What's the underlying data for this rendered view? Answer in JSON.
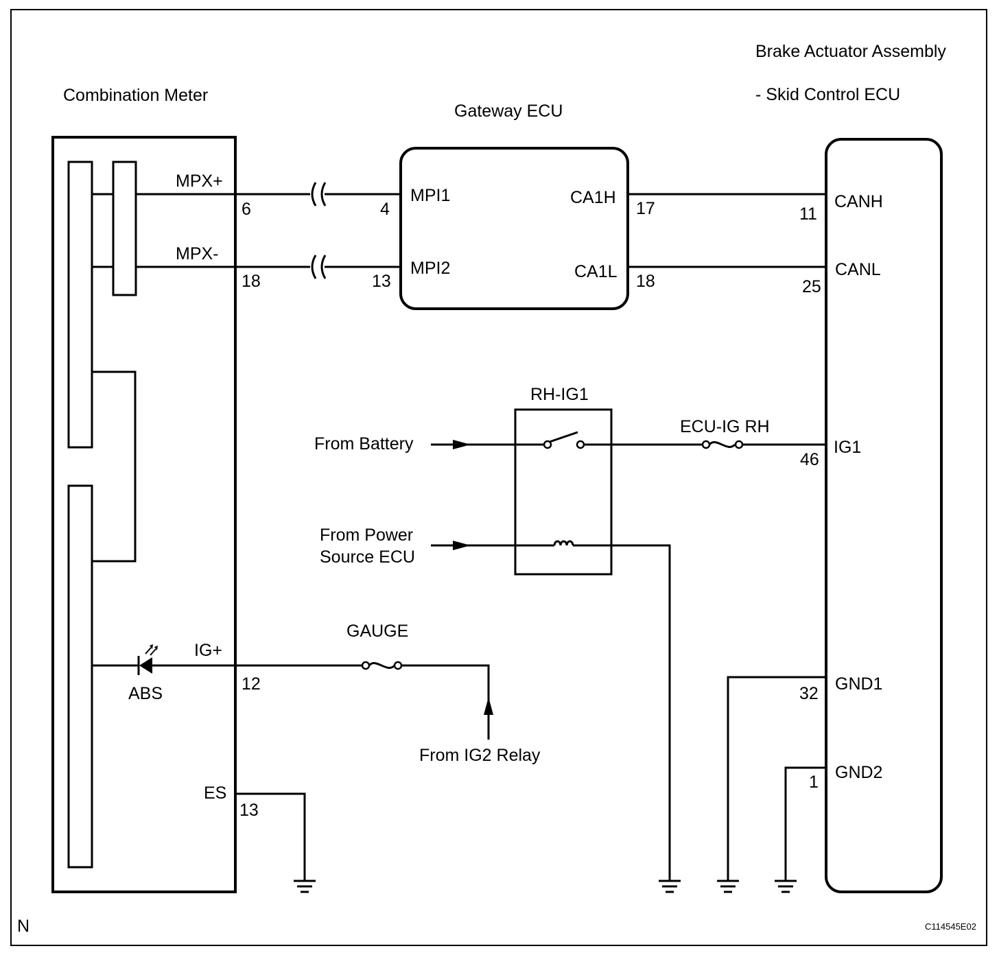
{
  "labels": {
    "combination_meter": "Combination Meter",
    "gateway_ecu": "Gateway ECU",
    "brake_actuator_line1": "Brake Actuator Assembly",
    "brake_actuator_line2": "- Skid Control ECU",
    "rh_ig1": "RH-IG1",
    "ecu_ig_rh": "ECU-IG RH",
    "gauge": "GAUGE",
    "from_battery": "From Battery",
    "from_power_source_line1": "From Power",
    "from_power_source_line2": "Source ECU",
    "from_ig2_relay": "From IG2 Relay",
    "abs": "ABS",
    "corner_letter": "N",
    "figure_code": "C114545E02"
  },
  "terminals": {
    "mpx_plus": "MPX+",
    "mpx_minus": "MPX-",
    "ig_plus": "IG+",
    "es": "ES",
    "mpi1": "MPI1",
    "mpi2": "MPI2",
    "ca1h": "CA1H",
    "ca1l": "CA1L",
    "canh": "CANH",
    "canl": "CANL",
    "ig1": "IG1",
    "gnd1": "GND1",
    "gnd2": "GND2"
  },
  "pins": {
    "meter_mpx_plus": "6",
    "meter_mpx_minus": "18",
    "meter_ig_plus": "12",
    "meter_es": "13",
    "gw_mpi1": "4",
    "gw_mpi2": "13",
    "gw_ca1h": "17",
    "gw_ca1l": "18",
    "skid_canh": "11",
    "skid_canl": "25",
    "skid_ig1": "46",
    "skid_gnd1": "32",
    "skid_gnd2": "1"
  }
}
